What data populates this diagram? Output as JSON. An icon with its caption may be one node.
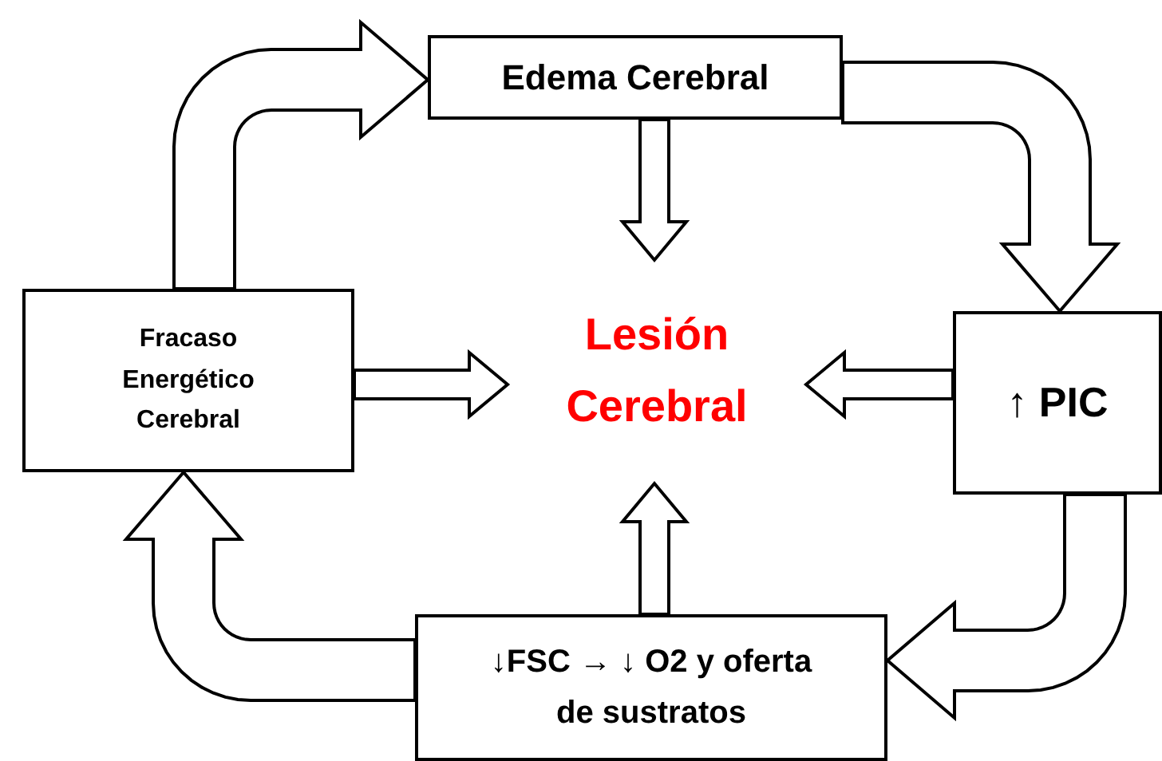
{
  "diagram": {
    "nodes": [
      {
        "text": [
          "Edema Cerebral"
        ]
      },
      {
        "text": [
          "Lesión Cerebral"
        ]
      },
      {
        "text": [
          "↑ PIC"
        ]
      },
      {
        "text": [
          "↓FSC → ↓ O2 y oferta de sustratos"
        ]
      },
      {
        "text": [
          "Fracaso Energético Cerebral"
        ]
      }
    ],
    "edges": [
      {
        "from": 4,
        "to": 0,
        "arrow": "to"
      },
      {
        "from": 0,
        "to": 2,
        "arrow": "to"
      },
      {
        "from": 2,
        "to": 3,
        "arrow": "to"
      },
      {
        "from": 3,
        "to": 4,
        "arrow": "to"
      },
      {
        "from": 0,
        "to": 1,
        "arrow": "to"
      },
      {
        "from": 2,
        "to": 1,
        "arrow": "to"
      },
      {
        "from": 3,
        "to": 1,
        "arrow": "to"
      },
      {
        "from": 4,
        "to": 1,
        "arrow": "to"
      }
    ]
  }
}
